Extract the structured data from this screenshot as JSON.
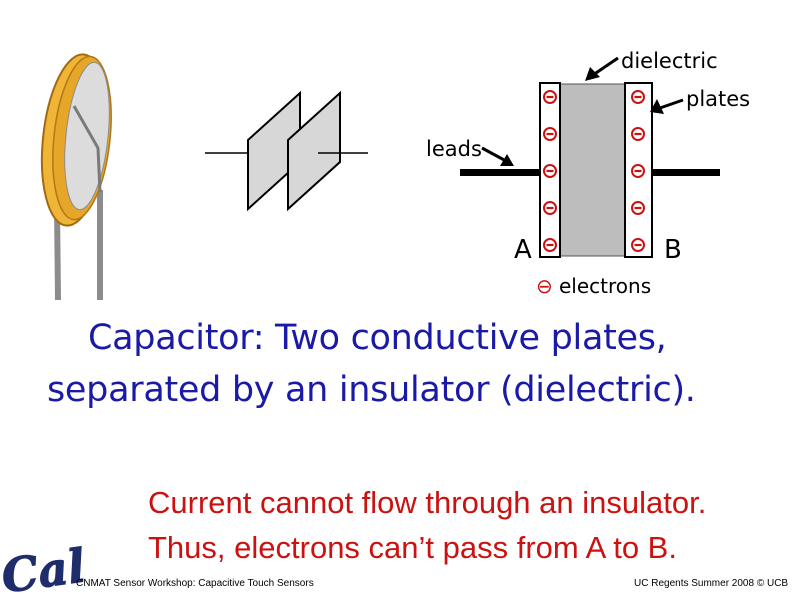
{
  "diagram": {
    "dielectric_label": "dielectric",
    "plates_label": "plates",
    "leads_label": "leads",
    "terminal_a": "A",
    "terminal_b": "B",
    "electrons_label": "electrons",
    "electron_symbol": "⊖",
    "electrons_per_plate": 5
  },
  "caption": {
    "line1": "Capacitor: Two conductive plates,",
    "line2": "separated by an insulator (dielectric)."
  },
  "note": {
    "line1": "Current cannot flow through an insulator.",
    "line2": "Thus, electrons can’t pass from A to B."
  },
  "footer": {
    "logo_text": "Cal",
    "left": "CNMAT Sensor Workshop: Capacitive Touch Sensors",
    "right": "UC Regents Summer 2008 © UCB"
  },
  "colors": {
    "caption": "#1a1aa6",
    "note": "#cc1111",
    "electron": "#cc1111",
    "dielectric": "#bdbdbd",
    "plate": "#ffffff",
    "ceramic_disc": "#f0b536",
    "ceramic_face": "#dcdcdc",
    "logo": "#1f2d6b"
  }
}
